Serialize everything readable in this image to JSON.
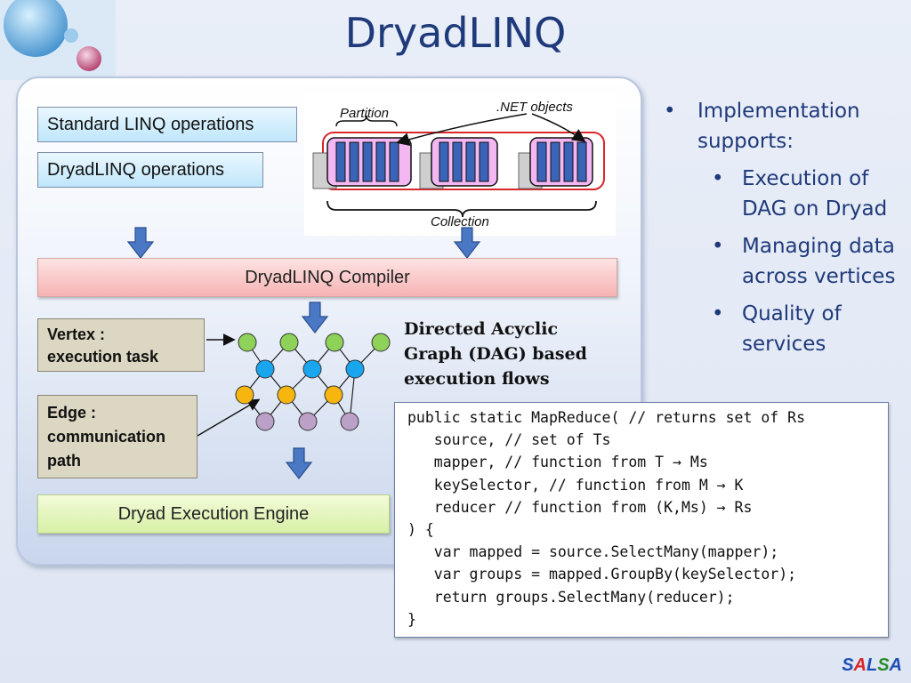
{
  "slide": {
    "title": "DryadLINQ"
  },
  "ops": {
    "standard": "Standard LINQ operations",
    "dryadlinq": "DryadLINQ operations"
  },
  "partition_figure": {
    "partition_label": "Partition",
    "objects_label": ".NET objects",
    "collection_label": "Collection"
  },
  "compiler_label": "DryadLINQ Compiler",
  "engine_label": "Dryad Execution Engine",
  "vertex": {
    "line1": "Vertex :",
    "line2": "execution task"
  },
  "edge": {
    "line1": "Edge :",
    "line2": "communication",
    "line3": "path"
  },
  "dag_caption": {
    "line1": "Directed Acyclic",
    "line2": "Graph (DAG) based",
    "line3": "execution flows"
  },
  "dag_colors": {
    "top": "#8fd25a",
    "second": "#19a6ef",
    "third": "#f6b50f",
    "bottom": "#bba0c8"
  },
  "code_lines": [
    "public static MapReduce( // returns set of Rs",
    "   source, // set of Ts",
    "   mapper, // function from T → Ms",
    "   keySelector, // function from M → K",
    "   reducer // function from (K,Ms) → Rs",
    ") {",
    "   var mapped = source.SelectMany(mapper);",
    "   var groups = mapped.GroupBy(keySelector);",
    "   return groups.SelectMany(reducer);",
    "}"
  ],
  "bullets": {
    "main": "Implementation supports:",
    "subs": [
      "Execution of DAG on Dryad",
      "Managing data across vertices",
      "Quality of services"
    ]
  },
  "footer": {
    "letters": [
      "S",
      "A",
      "L",
      "S",
      "A"
    ],
    "colors": [
      "#1f4fb5",
      "#d8262b",
      "#1f4fb5",
      "#2a8c2a",
      "#1f4fb5"
    ]
  }
}
